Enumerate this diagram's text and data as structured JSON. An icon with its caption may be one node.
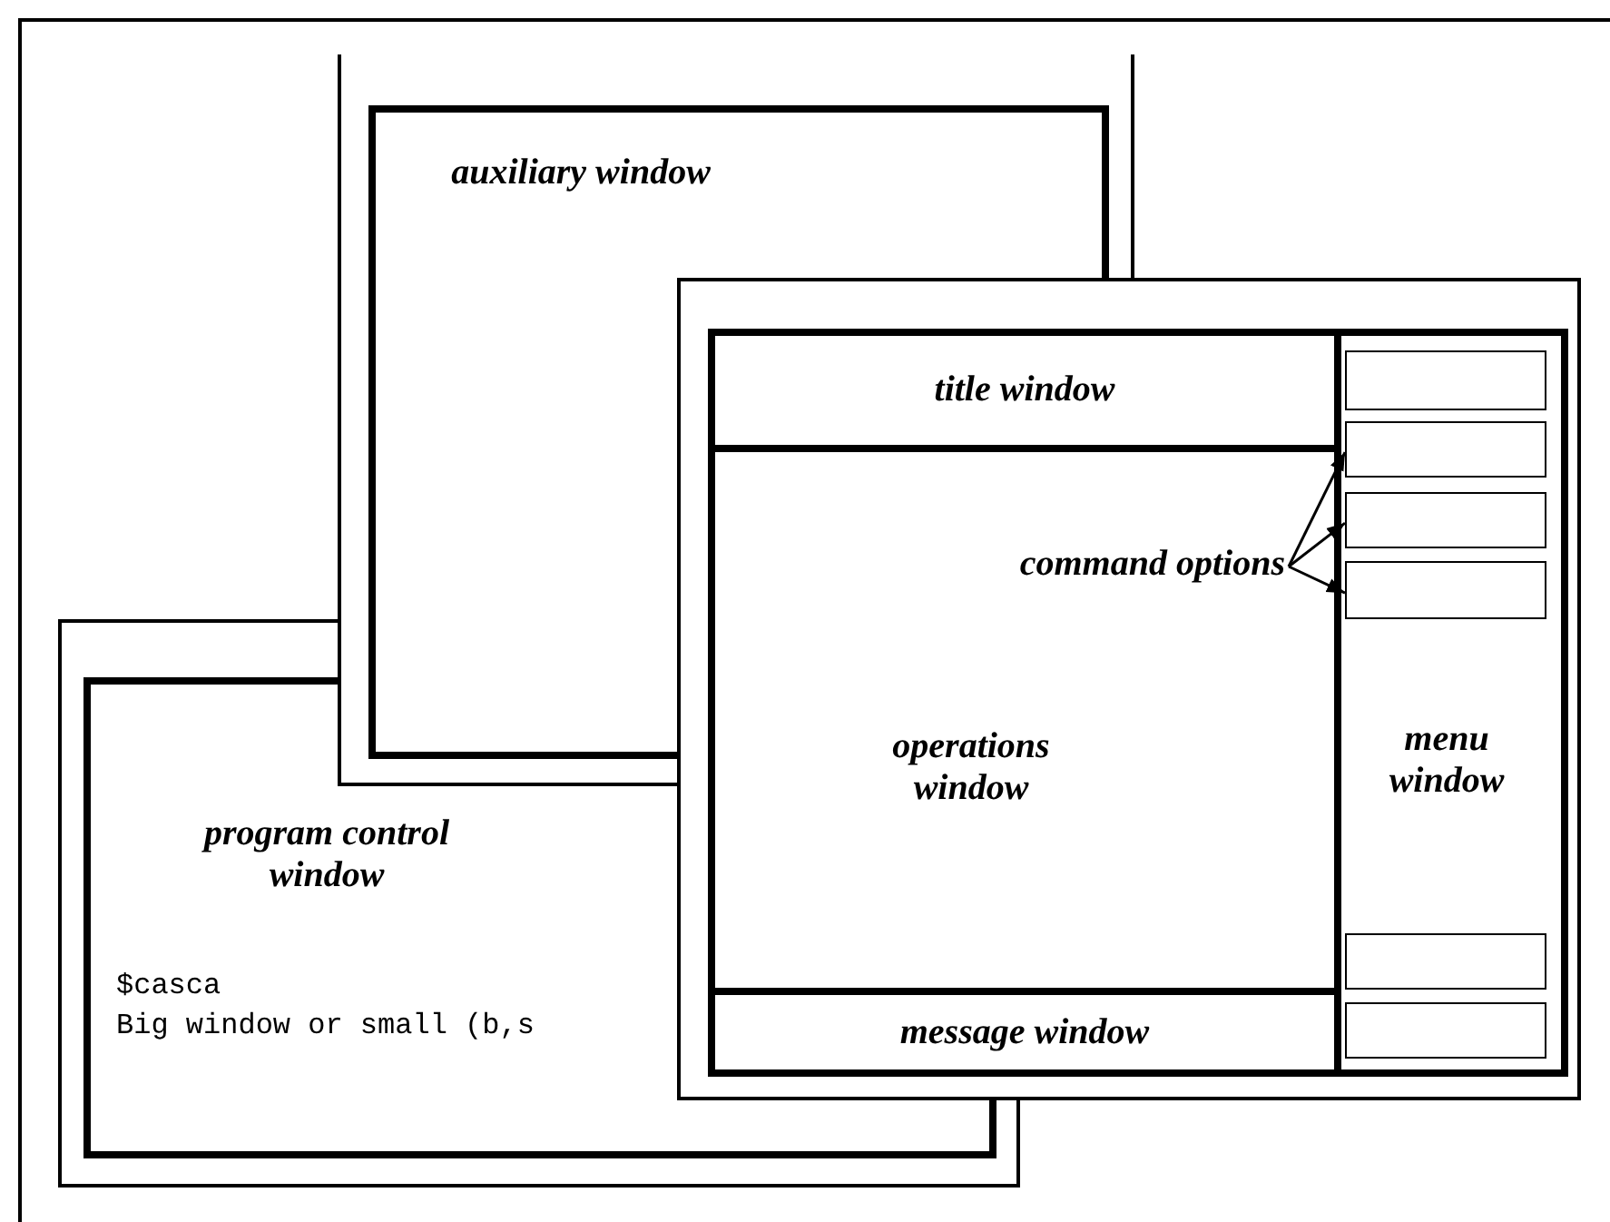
{
  "diagram": {
    "nodes": [
      {
        "text": [
          "program control window",
          "$casca",
          "Big window or small (b,s"
        ]
      },
      {
        "text": [
          "auxiliary window"
        ]
      },
      {
        "text": [],
        "shape": "box"
      },
      {
        "text": [
          "title window"
        ],
        "in": 2
      },
      {
        "text": [
          "operations window"
        ],
        "in": 2
      },
      {
        "text": [
          "command options"
        ],
        "in": 4
      },
      {
        "text": [
          "menu window"
        ],
        "in": 2
      },
      {
        "text": [],
        "shape": "box",
        "in": 6
      },
      {
        "text": [],
        "shape": "box",
        "in": 6
      },
      {
        "text": [],
        "shape": "box",
        "in": 6
      },
      {
        "text": [],
        "shape": "box",
        "in": 6
      },
      {
        "text": [],
        "shape": "box",
        "in": 6
      },
      {
        "text": [],
        "shape": "box",
        "in": 6
      },
      {
        "text": [
          "message window"
        ],
        "in": 2
      }
    ],
    "edges": [
      {
        "from": 5,
        "to": 8,
        "arrow": "to"
      },
      {
        "from": 5,
        "to": 9,
        "arrow": "to"
      },
      {
        "from": 5,
        "to": 10,
        "arrow": "to"
      }
    ]
  }
}
